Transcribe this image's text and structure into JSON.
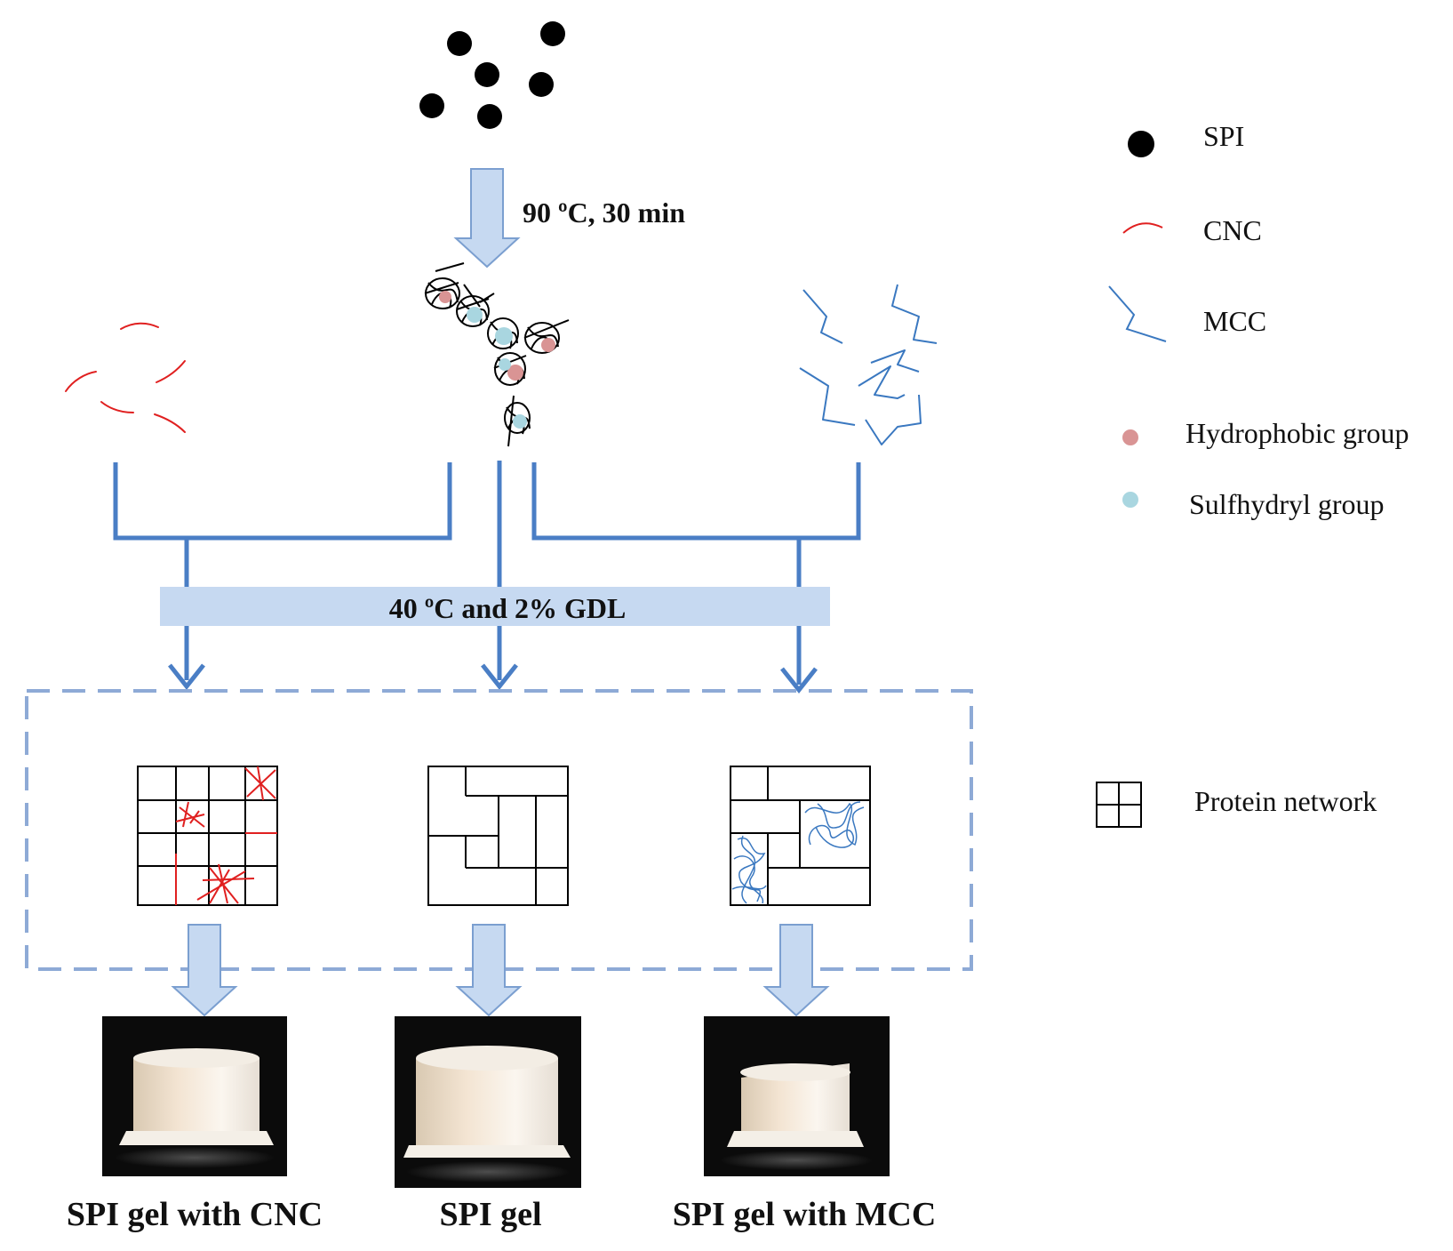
{
  "step_heat": "90 ºC, 30 min",
  "step_gel": "40 ºC and 2% GDL",
  "legend": {
    "spi": "SPI",
    "cnc": "CNC",
    "mcc": "MCC",
    "hydrophobic": "Hydrophobic group",
    "sulfhydryl": "Sulfhydryl group",
    "network": "Protein network"
  },
  "captions": {
    "cnc_gel": "SPI gel with CNC",
    "spi_gel": "SPI gel",
    "mcc_gel": "SPI gel with MCC"
  },
  "colors": {
    "arrow_fill": "#c6d9f1",
    "arrow_stroke": "#7b9fd0",
    "connector": "#4a7ec5",
    "band": "#c6d9f1",
    "dashed_box": "#8eaad6",
    "cnc_red": "#e02020",
    "mcc_blue": "#3a78c0",
    "hydrophobic": "#d99494",
    "sulfhydryl": "#a9d6e0"
  }
}
